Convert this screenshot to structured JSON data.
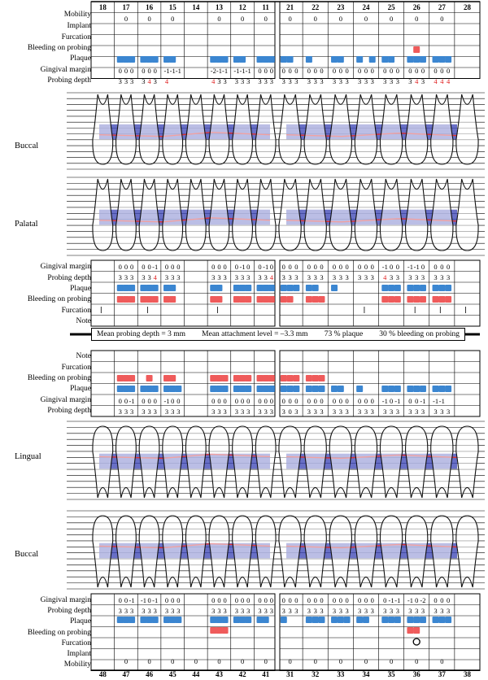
{
  "colors": {
    "plaque": "#3b86d1",
    "bleeding": "#ef5b5b",
    "deep_pocket": "#e02020",
    "gum_band": "#3e46b6",
    "gum_line": "#e03030"
  },
  "upper": {
    "tooth_numbers": [
      "18",
      "17",
      "16",
      "15",
      "14",
      "13",
      "12",
      "11",
      "21",
      "22",
      "23",
      "24",
      "25",
      "26",
      "27",
      "28"
    ],
    "top_labels": [
      "Mobility",
      "Implant",
      "Furcation",
      "Bleeding on probing",
      "Plaque",
      "Gingival margin",
      "Probing depth"
    ],
    "buccal_label": "Buccal",
    "palatal_label": "Palatal",
    "bottom_labels": [
      "Gingival margin",
      "Probing depth",
      "Plaque",
      "Bleeding on probing",
      "Furcation",
      "Note"
    ],
    "mobility": [
      "",
      "0",
      "0",
      "0",
      "",
      "0",
      "0",
      "0",
      "0",
      "0",
      "0",
      "0",
      "0",
      "0",
      "0",
      ""
    ],
    "buccal_gm": [
      [],
      [
        "0",
        "0",
        "0"
      ],
      [
        "0",
        "0",
        "0"
      ],
      [
        "-1",
        "-1",
        "-1"
      ],
      [],
      [
        "-2",
        "-1",
        "-1"
      ],
      [
        "-1",
        "-1",
        "-1"
      ],
      [
        "0",
        "0",
        "0"
      ],
      [
        "0",
        "0",
        "0"
      ],
      [
        "0",
        "0",
        "0"
      ],
      [
        "0",
        "0",
        "0"
      ],
      [
        "0",
        "0",
        "0"
      ],
      [
        "0",
        "0",
        "0"
      ],
      [
        "0",
        "0",
        "0"
      ],
      [
        "0",
        "0",
        "0"
      ],
      []
    ],
    "buccal_pd": [
      [],
      [
        "3",
        "3",
        "3"
      ],
      [
        "3",
        "4",
        "3"
      ],
      [
        "4",
        "",
        ""
      ],
      [],
      [
        "4",
        "3",
        "3"
      ],
      [
        "3",
        "3",
        "3"
      ],
      [
        "3",
        "3",
        "3"
      ],
      [
        "3",
        "3",
        "3"
      ],
      [
        "3",
        "3",
        "3"
      ],
      [
        "3",
        "3",
        "3"
      ],
      [
        "3",
        "3",
        "3"
      ],
      [
        "3",
        "3",
        "3"
      ],
      [
        "3",
        "4",
        "3"
      ],
      [
        "4",
        "4",
        "4"
      ],
      []
    ],
    "palatal_gm": [
      [],
      [
        "0",
        "0",
        "0"
      ],
      [
        "0",
        "0",
        "-1"
      ],
      [
        "0",
        "0",
        "0"
      ],
      [],
      [
        "0",
        "0",
        "0"
      ],
      [
        "0",
        "-1",
        "0"
      ],
      [
        "0",
        "-1",
        "0"
      ],
      [
        "0",
        "0",
        "0"
      ],
      [
        "0",
        "0",
        "0"
      ],
      [
        "0",
        "0",
        "0"
      ],
      [
        "0",
        "0",
        "0"
      ],
      [
        "-1",
        "0",
        "0"
      ],
      [
        "-1",
        "-1",
        "0"
      ],
      [
        "0",
        "0",
        "0"
      ],
      []
    ],
    "palatal_pd": [
      [],
      [
        "3",
        "3",
        "3"
      ],
      [
        "3",
        "3",
        "4"
      ],
      [
        "3",
        "3",
        "3"
      ],
      [],
      [
        "3",
        "3",
        "3"
      ],
      [
        "3",
        "3",
        "3"
      ],
      [
        "3",
        "3",
        "4"
      ],
      [
        "3",
        "3",
        "3"
      ],
      [
        "3",
        "3",
        "3"
      ],
      [
        "3",
        "3",
        "3"
      ],
      [
        "3",
        "3",
        "3"
      ],
      [
        "4",
        "3",
        "3"
      ],
      [
        "3",
        "3",
        "3"
      ],
      [
        "3",
        "3",
        "3"
      ],
      []
    ]
  },
  "summary": {
    "mean_pd": "Mean probing depth = 3 mm",
    "mean_al": "Mean attachment level = –3.3 mm",
    "plaque": "73 % plaque",
    "bop": "30 % bleeding on probing"
  },
  "lower": {
    "tooth_numbers": [
      "48",
      "47",
      "46",
      "45",
      "44",
      "43",
      "42",
      "41",
      "31",
      "32",
      "33",
      "34",
      "35",
      "36",
      "37",
      "38"
    ],
    "top_labels": [
      "Note",
      "Furcation",
      "Bleeding on probing",
      "Plaque",
      "Gingival margin",
      "Probing depth"
    ],
    "lingual_label": "Lingual",
    "buccal_label": "Buccal",
    "bottom_labels": [
      "Gingival margin",
      "Probing depth",
      "Plaque",
      "Bleeding on probing",
      "Furcation",
      "Implant",
      "Mobility"
    ],
    "mobility": [
      "",
      "0",
      "0",
      "0",
      "0",
      "0",
      "0",
      "0",
      "0",
      "0",
      "0",
      "0",
      "0",
      "0",
      "0",
      ""
    ],
    "lingual_gm": [
      [],
      [
        "0",
        "0",
        "-1"
      ],
      [
        "0",
        "0",
        "0"
      ],
      [
        "-1",
        "0",
        "0"
      ],
      [],
      [
        "0",
        "0",
        "0"
      ],
      [
        "0",
        "0",
        "0"
      ],
      [
        "0",
        "0",
        "0"
      ],
      [
        "0",
        "0",
        "0"
      ],
      [
        "0",
        "0",
        "0"
      ],
      [
        "0",
        "0",
        "0"
      ],
      [
        "0",
        "0",
        "0"
      ],
      [
        "-1",
        "0",
        "-1"
      ],
      [
        "0",
        "0",
        "-1"
      ],
      [
        "-1",
        "-1",
        ""
      ],
      []
    ],
    "lingual_pd": [
      [],
      [
        "3",
        "3",
        "3"
      ],
      [
        "3",
        "3",
        "3"
      ],
      [
        "3",
        "3",
        "3"
      ],
      [],
      [
        "3",
        "3",
        "3"
      ],
      [
        "3",
        "3",
        "3"
      ],
      [
        "3",
        "3",
        "3"
      ],
      [
        "3",
        "0",
        "3"
      ],
      [
        "3",
        "3",
        "3"
      ],
      [
        "3",
        "3",
        "3"
      ],
      [
        "3",
        "3",
        "3"
      ],
      [
        "3",
        "3",
        "3"
      ],
      [
        "3",
        "3",
        "3"
      ],
      [
        "3",
        "3",
        "3"
      ],
      []
    ],
    "buccal_gm": [
      [],
      [
        "0",
        "0",
        "-1"
      ],
      [
        "-1",
        "0",
        "-1"
      ],
      [
        "0",
        "0",
        "0"
      ],
      [],
      [
        "0",
        "0",
        "0"
      ],
      [
        "0",
        "0",
        "0"
      ],
      [
        "0",
        "0",
        "0"
      ],
      [
        "0",
        "0",
        "0"
      ],
      [
        "0",
        "0",
        "0"
      ],
      [
        "0",
        "0",
        "0"
      ],
      [
        "0",
        "0",
        "0"
      ],
      [
        "0",
        "-1",
        "-1"
      ],
      [
        "-1",
        "0",
        "-2"
      ],
      [
        "0",
        "0",
        "0"
      ],
      []
    ],
    "buccal_pd": [
      [],
      [
        "3",
        "3",
        "3"
      ],
      [
        "3",
        "3",
        "3"
      ],
      [
        "3",
        "3",
        "3"
      ],
      [],
      [
        "3",
        "3",
        "3"
      ],
      [
        "3",
        "3",
        "3"
      ],
      [
        "3",
        "3",
        "3"
      ],
      [
        "3",
        "3",
        "3"
      ],
      [
        "3",
        "3",
        "3"
      ],
      [
        "3",
        "3",
        "3"
      ],
      [
        "3",
        "3",
        "3"
      ],
      [
        "3",
        "3",
        "3"
      ],
      [
        "3",
        "3",
        "3"
      ],
      [
        "3",
        "3",
        "3"
      ],
      []
    ]
  }
}
